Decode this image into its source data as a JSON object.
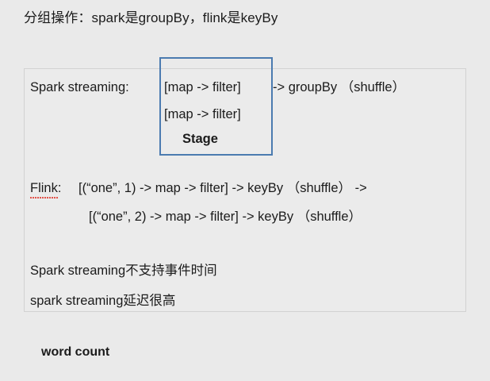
{
  "page": {
    "background_color": "#eaeaea",
    "text_color": "#1b1b1b"
  },
  "heading": {
    "text": "分组操作：spark是groupBy，flink是keyBy"
  },
  "panel": {
    "background_color": "#ebebeb",
    "border_color": "#d2d2d2"
  },
  "stage_box": {
    "border_color": "#4b7bb0",
    "label": "Stage"
  },
  "spark_block": {
    "label": "Spark streaming:",
    "boxed_line_1": "[map -> filter]",
    "tail_1": "-> groupBy （shuffle）",
    "boxed_line_2": "[map -> filter]",
    "stage_label": "Stage"
  },
  "flink_block": {
    "label": "Flink:",
    "label_misspelled": true,
    "line_1": "[(“one”, 1) -> map -> filter] -> keyBy （shuffle） ->",
    "line_2": "[(“one”, 2) -> map -> filter] -> keyBy （shuffle）"
  },
  "notes": {
    "line_1": "Spark streaming不支持事件时间",
    "line_2": "spark streaming延迟很高"
  },
  "footer": {
    "text": "word count"
  }
}
